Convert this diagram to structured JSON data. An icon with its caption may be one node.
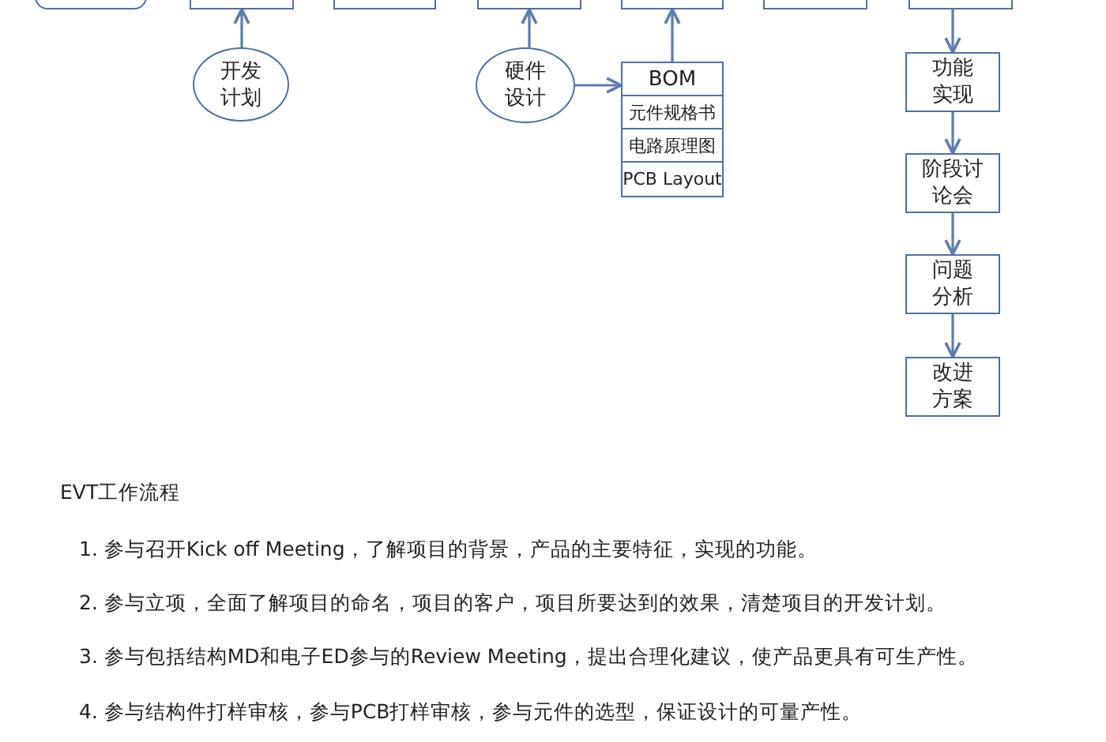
{
  "diagram": {
    "nodes": [
      {
        "text": [],
        "shape": "box"
      },
      {
        "text": [],
        "shape": "box"
      },
      {
        "text": [],
        "shape": "box"
      },
      {
        "text": [],
        "shape": "box"
      },
      {
        "text": [],
        "shape": "box"
      },
      {
        "text": [],
        "shape": "box"
      },
      {
        "text": [],
        "shape": "box"
      },
      {
        "text": [
          "开发计划"
        ]
      },
      {
        "text": [
          "硬件设计"
        ]
      },
      {
        "text": [
          "BOM"
        ]
      },
      {
        "text": [
          "元件规格书"
        ]
      },
      {
        "text": [
          "电路原理图"
        ]
      },
      {
        "text": [
          "PCB Layout"
        ]
      },
      {
        "text": [
          "功能实现"
        ]
      },
      {
        "text": [
          "阶段讨论会"
        ]
      },
      {
        "text": [
          "问题分析"
        ]
      },
      {
        "text": [
          "改进方案"
        ]
      }
    ],
    "edges": [
      {
        "from": 7,
        "to": 1,
        "arrow": "to"
      },
      {
        "from": 8,
        "to": 3,
        "arrow": "to"
      },
      {
        "from": 8,
        "to": 9,
        "arrow": "to"
      },
      {
        "from": 9,
        "to": 4,
        "arrow": "to"
      },
      {
        "from": 6,
        "to": 13,
        "arrow": "to"
      },
      {
        "from": 13,
        "to": 14,
        "arrow": "to"
      },
      {
        "from": 14,
        "to": 15,
        "arrow": "to"
      },
      {
        "from": 15,
        "to": 16,
        "arrow": "to"
      }
    ],
    "labels": [
      "EVT工作流程",
      "1. 参与召开Kick off Meeting，了解项目的背景，产品的主要特征，实现的功能。",
      "2. 参与立项，全面了解项目的命名，项目的客户，项目所要达到的效果，清楚项目的开发计划。",
      "3. 参与包括结构MD和电子ED参与的Review Meeting，提出合理化建议，使产品更具有可生产性。",
      "4. 参与结构件打样审核，参与PCB打样审核，参与元件的选型，保证设计的可量产性。"
    ]
  }
}
